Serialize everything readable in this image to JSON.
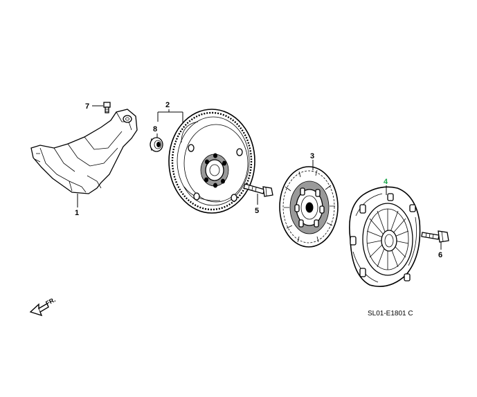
{
  "callouts": {
    "c1": "1",
    "c2": "2",
    "c3": "3",
    "c4": "4",
    "c5": "5",
    "c6": "6",
    "c7": "7",
    "c8": "8"
  },
  "diagram_code": "SL01-E1801 C",
  "front_marker": "FR.",
  "colors": {
    "highlight": "#1aa64a",
    "line": "#000000",
    "background": "#ffffff"
  },
  "parts": [
    {
      "ref": "1",
      "icon": "clutch-housing-cover"
    },
    {
      "ref": "2",
      "icon": "flywheel"
    },
    {
      "ref": "3",
      "icon": "clutch-disc"
    },
    {
      "ref": "4",
      "icon": "pressure-plate",
      "highlighted": true
    },
    {
      "ref": "5",
      "icon": "flywheel-bolt"
    },
    {
      "ref": "6",
      "icon": "pressure-plate-bolt"
    },
    {
      "ref": "7",
      "icon": "cover-bolt"
    },
    {
      "ref": "8",
      "icon": "pilot-bearing"
    }
  ]
}
